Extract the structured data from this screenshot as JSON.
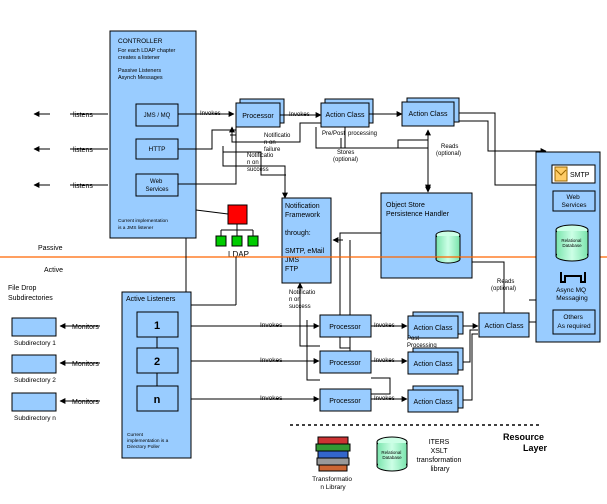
{
  "colors": {
    "box": "#99ccff",
    "box_stroke": "#000000",
    "passive_line": "#000000",
    "active_line": "#ff6600",
    "ldap_red": "#ff0000",
    "ldap_green": "#00cc00",
    "disk": "#99ffcc"
  },
  "controller": {
    "title": "CONTROLLER",
    "subtitle": [
      "For each LDAP chapter",
      "creates a listener"
    ],
    "passive": [
      "Passive Listeners",
      "Asynch Messages"
    ],
    "jms_label": "JMS / MQ",
    "http_label": "HTTP",
    "ws_label": [
      "Web",
      "Services"
    ],
    "footnote": [
      "Current implementation",
      "is a JMS listener"
    ]
  },
  "listens": [
    "listens",
    "listens",
    "listens"
  ],
  "invokes_label": "Invokes",
  "processor_label": "Processor",
  "action_class_label": "Action Class",
  "notification_labels": {
    "n1": [
      "Notificatio",
      "n on",
      "failure"
    ],
    "n2": [
      "Notificatio",
      "n on",
      "success"
    ],
    "n3": [
      "Notificatio",
      "n on",
      "success"
    ]
  },
  "pre_post": {
    "pre_post": "Pre/Post",
    "processing": "processing",
    "post": [
      "Post",
      "Processing"
    ]
  },
  "stores_label": [
    "Stores",
    "(optional)"
  ],
  "reads_labels": [
    [
      "Reads",
      "(optional)"
    ],
    [
      "Reads",
      "(optional)"
    ]
  ],
  "notification_framework": [
    "Notification",
    "Framework",
    "",
    "through:",
    "",
    "SMTP, eMail",
    "JMS",
    "FTP"
  ],
  "object_store": [
    "Object Store",
    "Persistence Handler"
  ],
  "ldap_label": "LDAP",
  "passive_label": "Passive",
  "active_label": "Active",
  "file_drop": [
    "File Drop",
    "Subdirectories"
  ],
  "subdirs": [
    "Subdirectory 1",
    "Subdirectory 2",
    "Subdirectory n"
  ],
  "monitors_label": "Monitors",
  "active_listeners": {
    "title": "Active Listeners",
    "items": [
      "1",
      "2",
      "n"
    ],
    "footnote": [
      "Current",
      "implementation is a",
      "Directory Poller"
    ]
  },
  "resource_panel": {
    "smtp": "SMTP",
    "web_services": [
      "Web",
      "Services"
    ],
    "relational_db": [
      "Relational",
      "Database"
    ],
    "async": [
      "Async MQ",
      "Messaging"
    ],
    "others": [
      "Others",
      "As required"
    ]
  },
  "resource_layer": [
    "Resource",
    "Layer"
  ],
  "transformation": [
    "Transformatio",
    "n Library"
  ],
  "relational_db_small": [
    "Relational",
    "Database"
  ],
  "iters": [
    "ITERS",
    "XSLT",
    "transformation",
    "library"
  ]
}
